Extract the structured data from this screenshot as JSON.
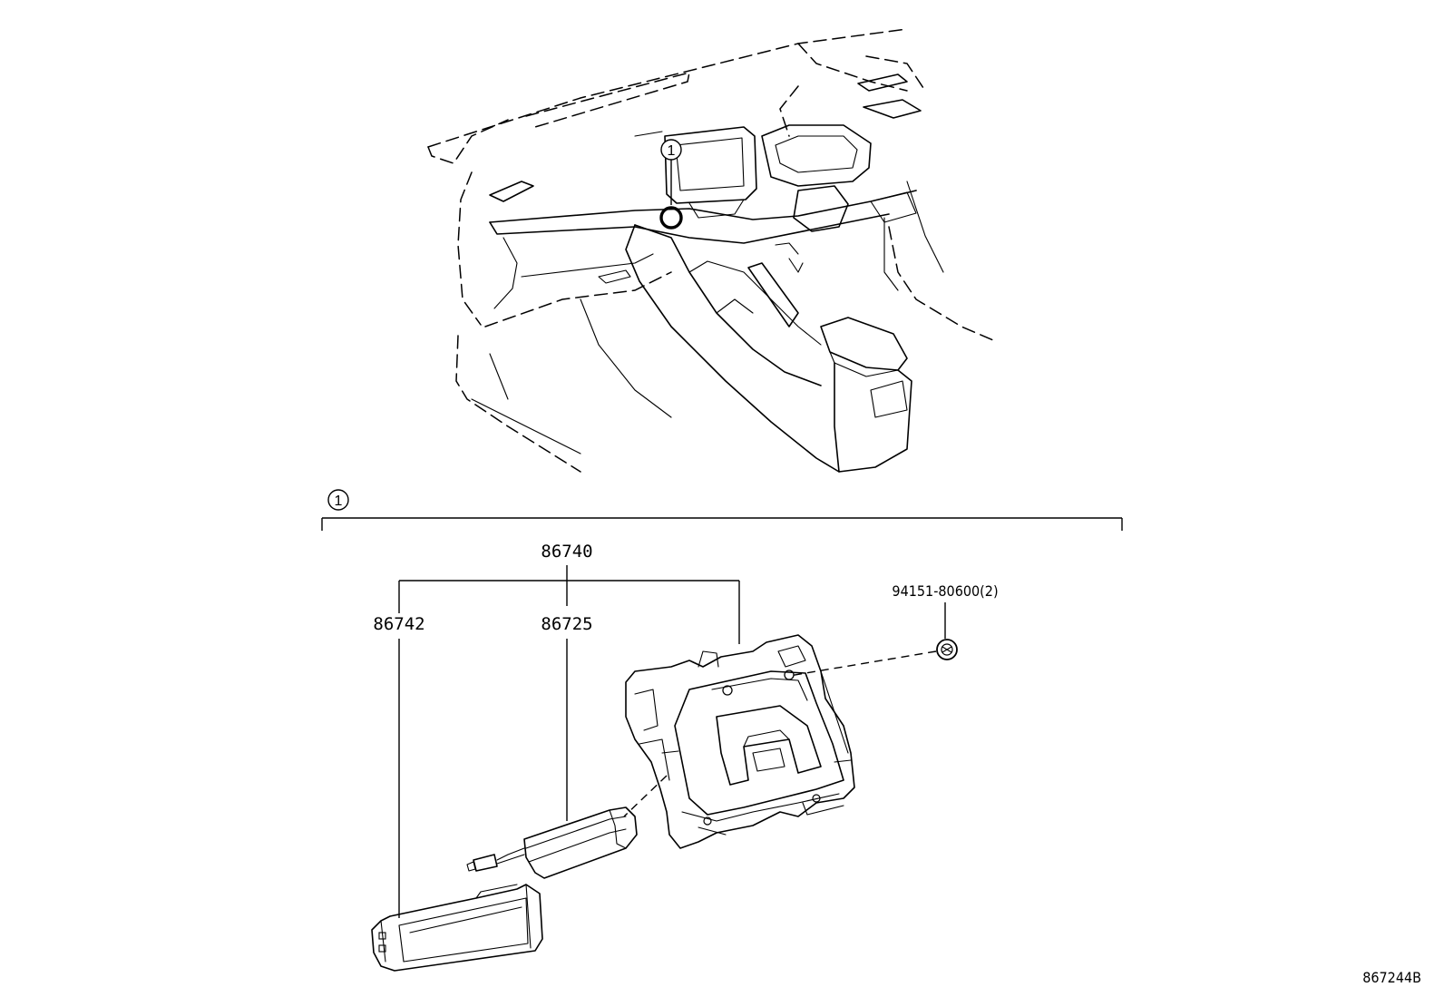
{
  "diagram": {
    "callout_top": "1",
    "callout_group": "1",
    "part_numbers": {
      "assembly": "86740",
      "panel": "86742",
      "speaker_unit": "86725",
      "screw": "94151-80600(2)"
    },
    "reference_code": "867244B"
  }
}
